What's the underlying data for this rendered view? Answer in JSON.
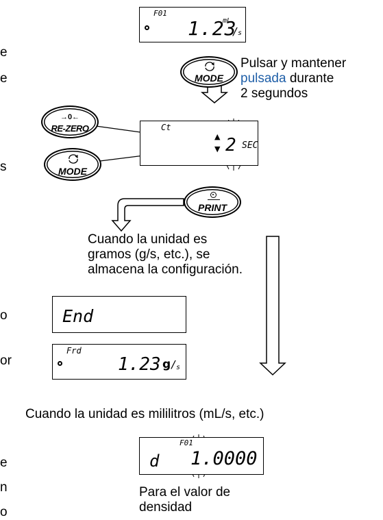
{
  "left_edge_fragments": [
    "e",
    "e",
    "s",
    "o",
    "or",
    "e",
    "n",
    "o"
  ],
  "lcd_top": {
    "label": "F01",
    "value": "1.23",
    "unit_num": "mL",
    "unit_den": "s"
  },
  "mode_key_1": {
    "label": "MODE"
  },
  "mode_note": {
    "line1": "Pulsar y mantener",
    "line2_colored": "pulsada",
    "line2_rest": " durante",
    "line3": "2 segundos"
  },
  "rezero_key": {
    "label": "RE-ZERO",
    "symbol": "→0←"
  },
  "mode_key_2": {
    "label": "MODE"
  },
  "lcd_count": {
    "label": "Ct",
    "value": "2",
    "unit": "SEC"
  },
  "print_key": {
    "label": "PRINT"
  },
  "grams_note": {
    "line1": "Cuando la unidad es",
    "line2": "gramos (g/s, etc.), se",
    "line3": "almacena la configuración."
  },
  "lcd_end": {
    "value": "End"
  },
  "lcd_frd": {
    "label": "Frd",
    "value": "1.23",
    "unit_num": "g",
    "unit_den": "s"
  },
  "ml_note": "Cuando la unidad es mililitros (mL/s, etc.)",
  "lcd_density": {
    "label": "F01",
    "prefix": "d",
    "value": "1.0000"
  },
  "density_note": {
    "line1": "Para el valor de",
    "line2": "densidad"
  },
  "colors": {
    "highlight_text": "#1f5fa8",
    "stroke": "#000000"
  }
}
